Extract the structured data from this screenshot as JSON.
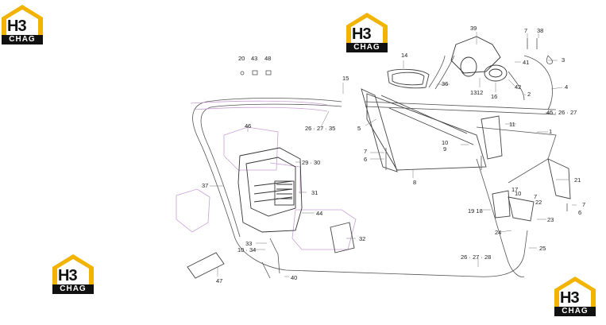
{
  "watermark": {
    "main": "H3",
    "band": "CHAG"
  },
  "logos": [
    {
      "id": "logo-top-left"
    },
    {
      "id": "logo-top-center"
    },
    {
      "id": "logo-bottom-left"
    },
    {
      "id": "logo-bottom-right"
    }
  ],
  "labels": {
    "l1": "1",
    "l2": "2",
    "l3": "3",
    "l4": "4",
    "l5": "5",
    "l6a": "6",
    "l6b": "6",
    "l7a": "7",
    "l7b": "7",
    "l7c": "7",
    "l7d": "7",
    "l8": "8",
    "l9": "9",
    "l10a": "10",
    "l10b": "10",
    "l11": "11",
    "l12": "12",
    "l13": "13",
    "l14": "14",
    "l15": "15",
    "l16": "16",
    "l17": "17",
    "l18": "19 18",
    "l20": "20",
    "l21": "21",
    "l22a": "22",
    "l22b": "22",
    "l23": "23",
    "l24": "24",
    "l25": "25",
    "l26a": "26 · 27 · 35",
    "l26b": "45 · 26 · 27",
    "l26c": "26 · 27 · 28",
    "l29": "29 · 30",
    "l31": "31",
    "l32": "32",
    "l33": "33",
    "l34": "10 · 34",
    "l36": "36",
    "l37": "37",
    "l38": "38",
    "l39": "39",
    "l40": "40",
    "l41": "41",
    "l42": "42",
    "l43": "43",
    "l44": "44",
    "l46": "46",
    "l47": "47",
    "l48": "48"
  }
}
